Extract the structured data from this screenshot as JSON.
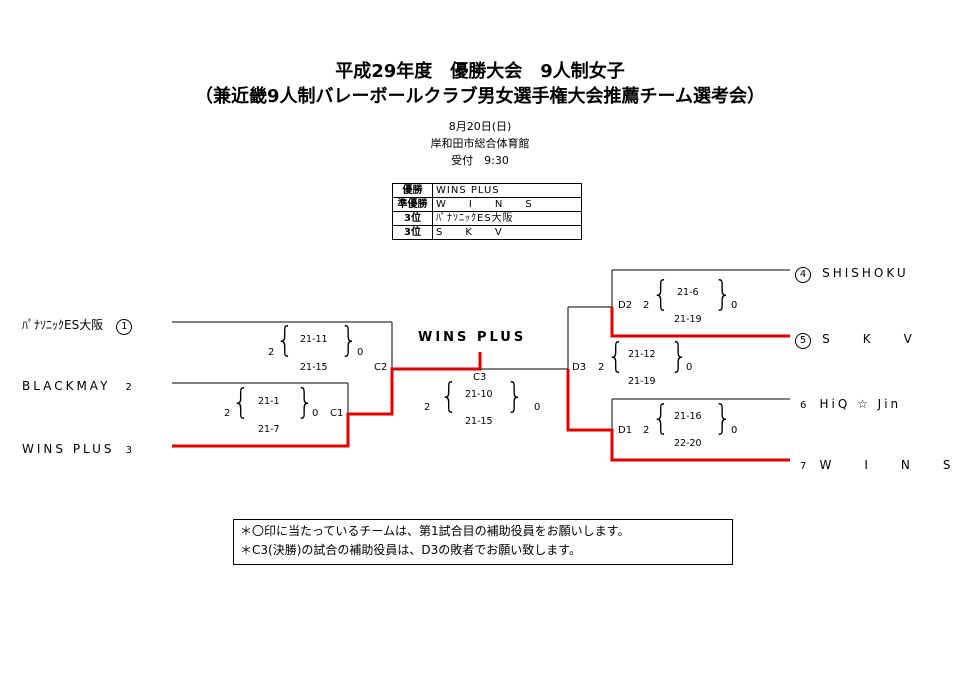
{
  "header": {
    "title_line1": "平成29年度　優勝大会　9人制女子",
    "title_line2": "（兼近畿9人制バレーボールクラブ男女選手権大会推薦チーム選考会）",
    "date": "8月20日(日)",
    "venue": "岸和田市総合体育館",
    "reception": "受付　9:30"
  },
  "results": [
    {
      "place": "優勝",
      "team": "WINS PLUS"
    },
    {
      "place": "準優勝",
      "team": "W　　I　　N　　S"
    },
    {
      "place": "3位",
      "team": "ﾊﾟﾅｿﾆｯｸES大阪"
    },
    {
      "place": "3位",
      "team": "S　　K　　V"
    }
  ],
  "left_bracket": {
    "teams": [
      {
        "name": "ﾊﾟﾅｿﾆｯｸES大阪",
        "seed": "1"
      },
      {
        "name": "BLACKMAY",
        "seed": "2"
      },
      {
        "name": "WINS PLUS",
        "seed": "3"
      }
    ],
    "matches": [
      {
        "code": "C1",
        "left": "2",
        "sets": [
          "21-1",
          "21-7"
        ],
        "right": "0"
      },
      {
        "code": "C2",
        "left": "2",
        "sets": [
          "21-11",
          "21-15"
        ],
        "right": "0"
      }
    ]
  },
  "right_bracket": {
    "teams": [
      {
        "name": "SHISHOKU",
        "seed": "4"
      },
      {
        "name": "S　　K　　V",
        "seed": "5"
      },
      {
        "name": "HiQ ☆ Jin",
        "seed": "6"
      },
      {
        "name": "W　　I　　N　　S",
        "seed": "7"
      }
    ],
    "matches": [
      {
        "code": "D2",
        "left": "2",
        "sets": [
          "21-6",
          "21-19"
        ],
        "right": "0"
      },
      {
        "code": "D1",
        "left": "2",
        "sets": [
          "21-16",
          "22-20"
        ],
        "right": "0"
      },
      {
        "code": "D3",
        "left": "2",
        "sets": [
          "21-12",
          "21-19"
        ],
        "right": "0"
      }
    ]
  },
  "final": {
    "code": "C3",
    "winner": "WINS PLUS",
    "left": "2",
    "sets": [
      "21-10",
      "21-15"
    ],
    "right": "0"
  },
  "notes": [
    "＊〇印に当たっているチームは、第1試合目の補助役員をお願いします。",
    "＊C3(決勝)の試合の補助役員は、D3の敗者でお願い致します。"
  ],
  "colors": {
    "winner_line": "#e00000",
    "line": "#000000"
  }
}
